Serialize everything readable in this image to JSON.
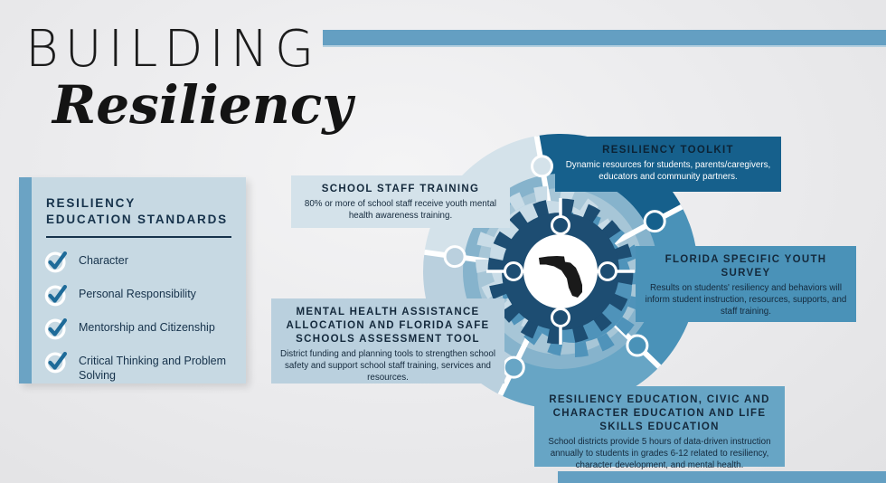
{
  "header": {
    "title_line1": "BUILDING",
    "title_line2": "Resiliency"
  },
  "standards": {
    "title_line1": "RESILIENCY",
    "title_line2": "EDUCATION STANDARDS",
    "items": [
      "Character",
      "Personal Responsibility",
      "Mentorship and Citizenship",
      "Critical Thinking and Problem Solving"
    ]
  },
  "segments": [
    {
      "id": "school-staff-training",
      "title": "SCHOOL STAFF TRAINING",
      "body": "80% or more of school staff receive youth mental health awareness training.",
      "color": "#d4e2ea"
    },
    {
      "id": "resiliency-toolkit",
      "title": "RESILIENCY TOOLKIT",
      "body": "Dynamic resources for students, parents/caregivers, educators and community partners.",
      "color": "#16608c"
    },
    {
      "id": "florida-specific-youth-survey",
      "title": "FLORIDA SPECIFIC YOUTH SURVEY",
      "body": "Results on students' resiliency and behaviors will inform student instruction, resources, supports, and staff training.",
      "color": "#4a92b8"
    },
    {
      "id": "mental-health-assistance",
      "title": "MENTAL HEALTH ASSISTANCE ALLOCATION AND FLORIDA SAFE SCHOOLS ASSESSMENT TOOL",
      "body": "District funding and planning tools to strengthen school safety and support school staff training, services and resources.",
      "color": "#bad0de"
    },
    {
      "id": "resiliency-education",
      "title": "RESILIENCY EDUCATION, CIVIC AND CHARACTER EDUCATION AND LIFE SKILLS EDUCATION",
      "body": "School districts provide 5 hours of data-driven instruction annually to students in grades 6-12 related to resiliency, character development, and mental health.",
      "color": "#67a5c5"
    }
  ],
  "center": {
    "icon": "florida-state-silhouette",
    "motif": "gear-with-puzzle-pieces"
  },
  "colors": {
    "accent_bar": "#649fc2",
    "panel_bg": "#c7d9e3",
    "panel_stripe": "#6ba3c4",
    "navy_text": "#16324b",
    "gear_navy": "#1d4d72",
    "inner_ring": "#86b3cc",
    "inner_circle": "#a7c6d7",
    "check_blue": "#1e6b99"
  }
}
